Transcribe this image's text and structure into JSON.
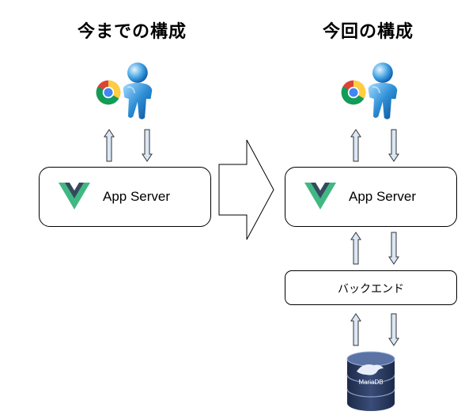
{
  "titles": {
    "left": "今までの構成",
    "right": "今回の構成"
  },
  "left_diagram": {
    "app_server_label": "App Server"
  },
  "right_diagram": {
    "app_server_label": "App Server",
    "backend_label": "バックエンド",
    "database_logo_text": "MariaDB"
  },
  "colors": {
    "arrow_fill": "#dbe7f5",
    "vue_green": "#41b883",
    "vue_dark": "#35495e",
    "user_blue": "#2e8fd6",
    "db_dark": "#24324f"
  },
  "icons": [
    "chrome-icon",
    "user-icon",
    "vue-logo-icon",
    "mariadb-icon",
    "transition-arrow-icon"
  ]
}
